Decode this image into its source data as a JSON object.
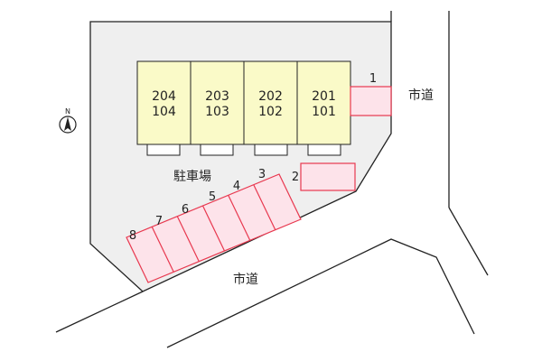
{
  "units": [
    {
      "upper": "204",
      "lower": "104"
    },
    {
      "upper": "203",
      "lower": "103"
    },
    {
      "upper": "202",
      "lower": "102"
    },
    {
      "upper": "201",
      "lower": "101"
    }
  ],
  "parking_label": "駐車場",
  "road_labels": {
    "east": "市道",
    "south": "市道"
  },
  "north_symbol": "N",
  "parking_spaces": [
    "1",
    "2",
    "3",
    "4",
    "5",
    "6",
    "7",
    "8"
  ],
  "colors": {
    "lot_fill": "#efefef",
    "building_fill": "#fafac8",
    "parking_stroke": "#e8384f",
    "parking_fill": "#fde3ea"
  }
}
